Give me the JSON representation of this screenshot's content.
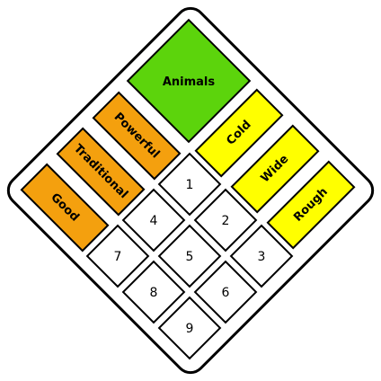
{
  "top_clue": {
    "label": "Animals",
    "color": "#5cd40c"
  },
  "left_clues": [
    {
      "label": "Powerful",
      "color": "#f4a00e"
    },
    {
      "label": "Traditional",
      "color": "#f4a00e"
    },
    {
      "label": "Good",
      "color": "#f4a00e"
    }
  ],
  "right_clues": [
    {
      "label": "Cold",
      "color": "#ffff00"
    },
    {
      "label": "Wide",
      "color": "#ffff00"
    },
    {
      "label": "Rough",
      "color": "#ffff00"
    }
  ],
  "cells": [
    "1",
    "2",
    "3",
    "4",
    "5",
    "6",
    "7",
    "8",
    "9"
  ],
  "cell_color": "#ffffff"
}
